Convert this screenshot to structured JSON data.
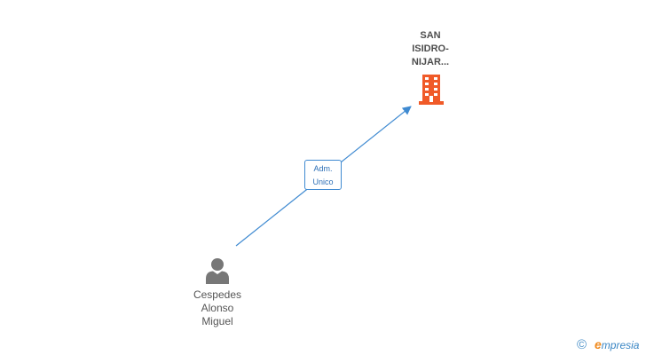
{
  "company": {
    "name_lines": [
      "SAN",
      "ISIDRO-",
      "NIJAR..."
    ],
    "icon": "building-icon",
    "color": "#f05a28"
  },
  "relation": {
    "role_lines": [
      "Adm.",
      "Unico"
    ],
    "color": "#3f8ad1"
  },
  "person": {
    "name_lines": [
      "Cespedes",
      "Alonso",
      "Miguel"
    ],
    "icon": "person-icon",
    "color": "#777777"
  },
  "footer": {
    "copyright_symbol": "©",
    "brand_first": "e",
    "brand_rest": "mpresia"
  }
}
